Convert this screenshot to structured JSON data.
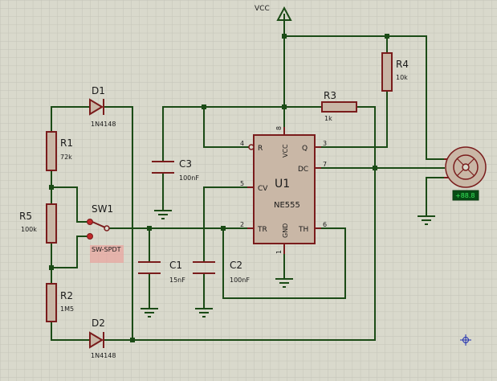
{
  "power": {
    "vcc": "VCC"
  },
  "ic": {
    "ref": "U1",
    "part": "NE555",
    "pins": {
      "r": "R",
      "vcc": "VCC",
      "q": "Q",
      "dc": "DC",
      "cv": "CV",
      "tr": "TR",
      "gnd": "GND",
      "th": "TH",
      "n4": "4",
      "n8": "8",
      "n3": "3",
      "n7": "7",
      "n5": "5",
      "n2": "2",
      "n1": "1",
      "n6": "6"
    }
  },
  "components": {
    "d1": {
      "ref": "D1",
      "value": "1N4148"
    },
    "d2": {
      "ref": "D2",
      "value": "1N4148"
    },
    "r1": {
      "ref": "R1",
      "value": "72k"
    },
    "r2": {
      "ref": "R2",
      "value": "1M5"
    },
    "r3": {
      "ref": "R3",
      "value": "1k"
    },
    "r4": {
      "ref": "R4",
      "value": "10k"
    },
    "r5": {
      "ref": "R5",
      "value": "100k"
    },
    "c1": {
      "ref": "C1",
      "value": "15nF"
    },
    "c2": {
      "ref": "C2",
      "value": "100nF"
    },
    "c3": {
      "ref": "C3",
      "value": "100nF"
    },
    "sw1": {
      "ref": "SW1",
      "value": "SW-SPDT"
    },
    "motor": {
      "readout": "+88.8"
    }
  },
  "colors": {
    "background": "#d9d9cc",
    "grid": "#c4c4b8",
    "wire": "#1b4b16",
    "component": "#7a1c1c",
    "component_fill": "#c9b7a6",
    "junction": "#1b4b16",
    "text": "#1a1a1a",
    "readout_bg": "#064c14",
    "readout_fg": "#37e85a"
  }
}
